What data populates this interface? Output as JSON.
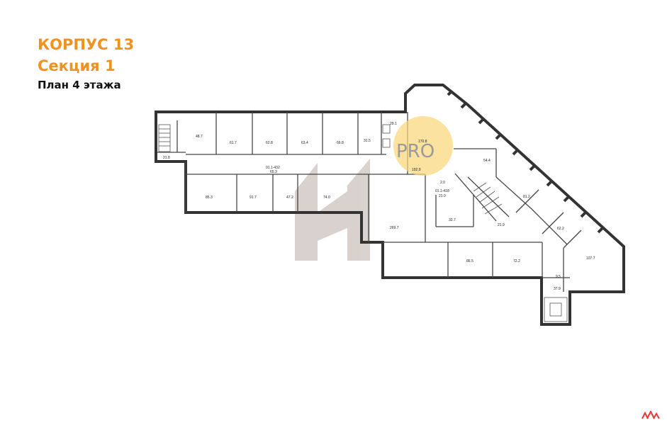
{
  "heading": {
    "building": "КОРПУС 13",
    "section": "Секция 1",
    "floor": "План 4 этажа"
  },
  "colors": {
    "accent": "#f0921f",
    "wall": "#333333",
    "pro_badge": "#fbd77a",
    "watermark": "#b9ada5",
    "brand": "#e53935"
  },
  "rooms": [
    {
      "id": "r01",
      "label": "48.7"
    },
    {
      "id": "r02",
      "label": "61.7"
    },
    {
      "id": "r03",
      "label": "62.8"
    },
    {
      "id": "r04",
      "label": "63.4"
    },
    {
      "id": "r05",
      "label": "66.8"
    },
    {
      "id": "r06",
      "label": "29.1"
    },
    {
      "id": "r07",
      "label": "31.5"
    },
    {
      "id": "r08",
      "label": "21.8"
    },
    {
      "id": "r09",
      "label": "01.1-432"
    },
    {
      "id": "r10",
      "label": "65.3"
    },
    {
      "id": "r11",
      "label": "85.3"
    },
    {
      "id": "r12",
      "label": "91.7"
    },
    {
      "id": "r13",
      "label": "47.2"
    },
    {
      "id": "r14",
      "label": "74.0"
    },
    {
      "id": "r15",
      "label": "269.7"
    },
    {
      "id": "r16",
      "label": "170.8"
    },
    {
      "id": "r17",
      "label": "192.9"
    },
    {
      "id": "r18",
      "label": "54.4"
    },
    {
      "id": "r19",
      "label": "2.0"
    },
    {
      "id": "r20",
      "label": "01.1-418"
    },
    {
      "id": "r21",
      "label": "21.0"
    },
    {
      "id": "r22",
      "label": "32.7"
    },
    {
      "id": "r23",
      "label": "21.9"
    },
    {
      "id": "r24",
      "label": "81.2"
    },
    {
      "id": "r25",
      "label": "62.2"
    },
    {
      "id": "r26",
      "label": "86.5"
    },
    {
      "id": "r27",
      "label": "72.2"
    },
    {
      "id": "r28",
      "label": "107.7"
    },
    {
      "id": "r29",
      "label": "9.5"
    },
    {
      "id": "r30",
      "label": "37.9"
    }
  ],
  "badge": {
    "text": "PRO"
  },
  "brand": {
    "icon": "brand-logo-icon"
  }
}
